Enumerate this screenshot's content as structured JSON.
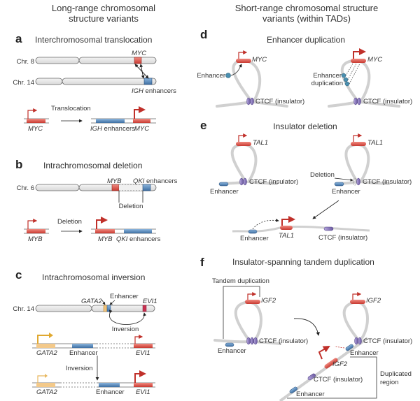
{
  "headers": {
    "left": [
      "Long-range chromosomal",
      "structure variants"
    ],
    "right": [
      "Short-range chromosomal structure",
      "variants (within TADs)"
    ]
  },
  "panels": {
    "a": {
      "letter": "a",
      "title": "Interchromosomal translocation",
      "chr_top": "Chr. 8",
      "chr_bottom": "Chr. 14",
      "gene_top": "MYC",
      "gene_bottom_italic": "IGH",
      "gene_bottom_rest": " enhancers",
      "before_gene": "MYC",
      "arrow_label": "Translocation",
      "after_enh_italic": "IGH",
      "after_enh_rest": " enhancers",
      "after_gene": "MYC"
    },
    "b": {
      "letter": "b",
      "title": "Intrachromosomal deletion",
      "chr": "Chr. 6",
      "gene": "MYB",
      "enh_italic": "QKI",
      "enh_rest": " enhancers",
      "deletion_label": "Deletion",
      "before_gene": "MYB",
      "arrow_label": "Deletion",
      "after_gene": "MYB",
      "after_enh_italic": "QKI",
      "after_enh_rest": " enhancers"
    },
    "c": {
      "letter": "c",
      "title": "Intrachromosomal inversion",
      "chr": "Chr. 14",
      "gene_left": "GATA2",
      "enhancer": "Enhancer",
      "gene_right": "EVI1",
      "inversion_label": "Inversion",
      "before_left": "GATA2",
      "before_enh": "Enhancer",
      "before_right": "EVI1",
      "arrow_label": "Inversion",
      "after_left": "GATA2",
      "after_enh": "Enhancer",
      "after_right": "EVI1"
    },
    "d": {
      "letter": "d",
      "title": "Enhancer duplication",
      "left_gene": "MYC",
      "left_enhancer": "Enhancer",
      "left_ctcf": "CTCF (insulator)",
      "right_gene": "MYC",
      "right_enhancer_1": "Enhancer",
      "right_enhancer_2": "duplication",
      "right_ctcf": "CTCF (insulator)"
    },
    "e": {
      "letter": "e",
      "title": "Insulator deletion",
      "left_gene": "TAL1",
      "left_ctcf": "CTCF (insulator)",
      "left_enhancer": "Enhancer",
      "right_gene": "TAL1",
      "deletion": "Deletion",
      "right_ctcf": "CTCF (insulator)",
      "right_enhancer": "Enhancer",
      "result_enhancer": "Enhancer",
      "result_gene": "TAL1",
      "result_ctcf": "CTCF (insulator)"
    },
    "f": {
      "letter": "f",
      "title": "Insulator-spanning tandem duplication",
      "tandem": "Tandem duplication",
      "left_gene": "IGF2",
      "left_ctcf": "CTCF (insulator)",
      "left_enhancer": "Enhancer",
      "right_gene": "IGF2",
      "right_ctcf": "CTCF (insulator)",
      "right_enhancer": "Enhancer",
      "dup_gene": "IGF2",
      "dup_ctcf": "CTCF (insulator)",
      "dup_enhancer": "Enhancer",
      "dup_region_1": "Duplicated",
      "dup_region_2": "region"
    }
  },
  "colors": {
    "gene_red": "#d9473f",
    "gene_red_light": "#e8837b",
    "enhancer_blue": "#4a7fb5",
    "enhancer_light": "#7fa9d1",
    "gata_orange": "#f0c27a",
    "ctcf_purple": "#8a78b8",
    "chromatin": "#cfcfcf"
  }
}
